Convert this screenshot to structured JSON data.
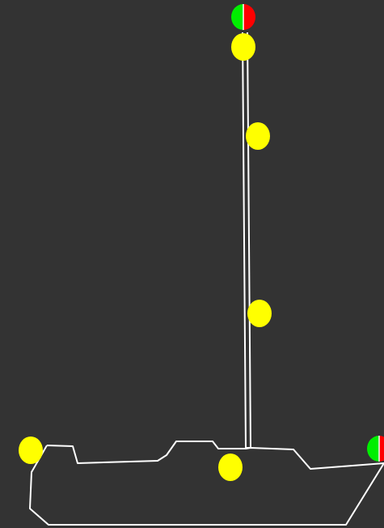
{
  "colors": {
    "background": "#333333",
    "outline": "#ffffff",
    "deck_light": "#ffff00",
    "starboard_light": "#00ee00",
    "port_light": "#ff0000"
  },
  "lights": {
    "masthead_tricolor": {
      "type": "tricolor",
      "label": ""
    },
    "anchor_light": {
      "type": "all-round",
      "label": ""
    },
    "steaming_light": {
      "type": "forward",
      "label": ""
    },
    "deck_light": {
      "type": "deck",
      "label": ""
    },
    "stern_light": {
      "type": "stern",
      "label": ""
    },
    "cockpit_light": {
      "type": "cockpit",
      "label": ""
    },
    "bow_sidelights": {
      "type": "sidelights",
      "label": ""
    }
  }
}
